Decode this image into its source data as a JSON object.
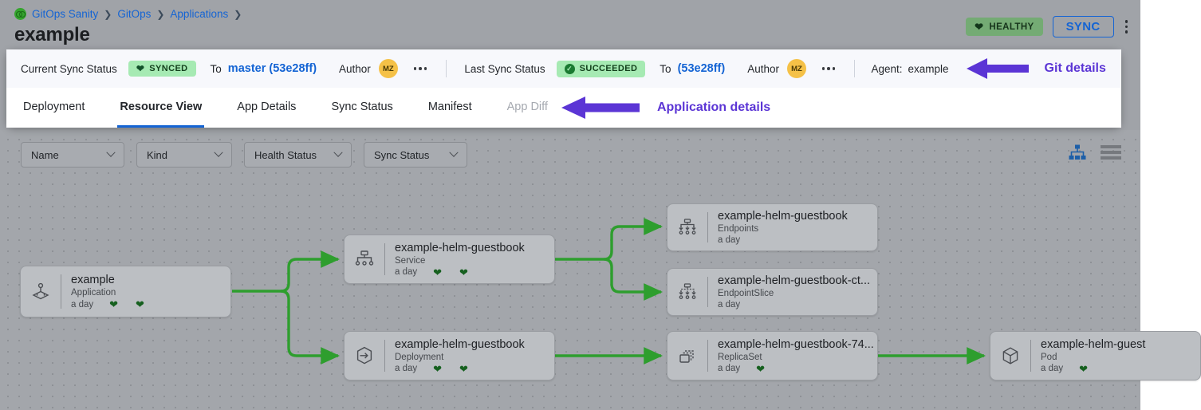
{
  "header": {
    "breadcrumb": [
      {
        "label": "GitOps Sanity",
        "icon": "argo-logo-icon"
      },
      {
        "label": "GitOps"
      },
      {
        "label": "Applications"
      }
    ],
    "title": "example",
    "health_badge": {
      "label": "HEALTHY",
      "icon": "heart-icon",
      "color": "#74ab74"
    },
    "sync_button": {
      "label": "SYNC",
      "color": "#1464d4"
    },
    "menu_icon": "kebab-menu-icon"
  },
  "status_bar": {
    "current_sync_status_label": "Current Sync Status",
    "current_sync_status_value": "SYNCED",
    "current_sync_to_label": "To",
    "current_sync_revision": "master (53e28ff)",
    "current_author_label": "Author",
    "current_author_initials": "MZ",
    "last_sync_status_label": "Last Sync Status",
    "last_sync_status_value": "SUCCEEDED",
    "last_sync_to_label": "To",
    "last_sync_revision": "(53e28ff)",
    "last_author_label": "Author",
    "last_author_initials": "MZ",
    "agent_label": "Agent:",
    "agent_value": "example"
  },
  "tabs": [
    {
      "label": "Deployment",
      "active": false,
      "disabled": false
    },
    {
      "label": "Resource View",
      "active": true,
      "disabled": false
    },
    {
      "label": "App Details",
      "active": false,
      "disabled": false
    },
    {
      "label": "Sync Status",
      "active": false,
      "disabled": false
    },
    {
      "label": "Manifest",
      "active": false,
      "disabled": false
    },
    {
      "label": "App Diff",
      "active": false,
      "disabled": true
    }
  ],
  "annotations": [
    {
      "label": "Git details",
      "color": "#5b35d5",
      "points_to": "agent-value"
    },
    {
      "label": "Application details",
      "color": "#5b35d5",
      "points_to": "tab-app-diff"
    }
  ],
  "filters": [
    {
      "label": "Name"
    },
    {
      "label": "Kind"
    },
    {
      "label": "Health Status"
    },
    {
      "label": "Sync Status"
    }
  ],
  "view_toggles": [
    {
      "name": "tree-view-icon",
      "active": true,
      "color": "#1d5fa8"
    },
    {
      "name": "list-view-icon",
      "active": false,
      "color": "#76797e"
    }
  ],
  "graph": {
    "edge_color": "#2e9e2e",
    "nodes": [
      {
        "id": "app",
        "name": "example",
        "kind": "Application",
        "age": "a day",
        "hearts": 2,
        "icon": "application-icon"
      },
      {
        "id": "service",
        "name": "example-helm-guestbook",
        "kind": "Service",
        "age": "a day",
        "hearts": 2,
        "icon": "service-icon"
      },
      {
        "id": "deployment",
        "name": "example-helm-guestbook",
        "kind": "Deployment",
        "age": "a day",
        "hearts": 2,
        "icon": "deployment-icon"
      },
      {
        "id": "endpoints",
        "name": "example-helm-guestbook",
        "kind": "Endpoints",
        "age": "a day",
        "hearts": 0,
        "icon": "endpoints-icon"
      },
      {
        "id": "endpointslice",
        "name": "example-helm-guestbook-ct...",
        "kind": "EndpointSlice",
        "age": "a day",
        "hearts": 0,
        "icon": "endpointslice-icon"
      },
      {
        "id": "replicaset",
        "name": "example-helm-guestbook-74...",
        "kind": "ReplicaSet",
        "age": "a day",
        "hearts": 1,
        "icon": "replicaset-icon"
      },
      {
        "id": "pod",
        "name": "example-helm-guest",
        "kind": "Pod",
        "age": "a day",
        "hearts": 1,
        "icon": "pod-icon"
      }
    ]
  }
}
